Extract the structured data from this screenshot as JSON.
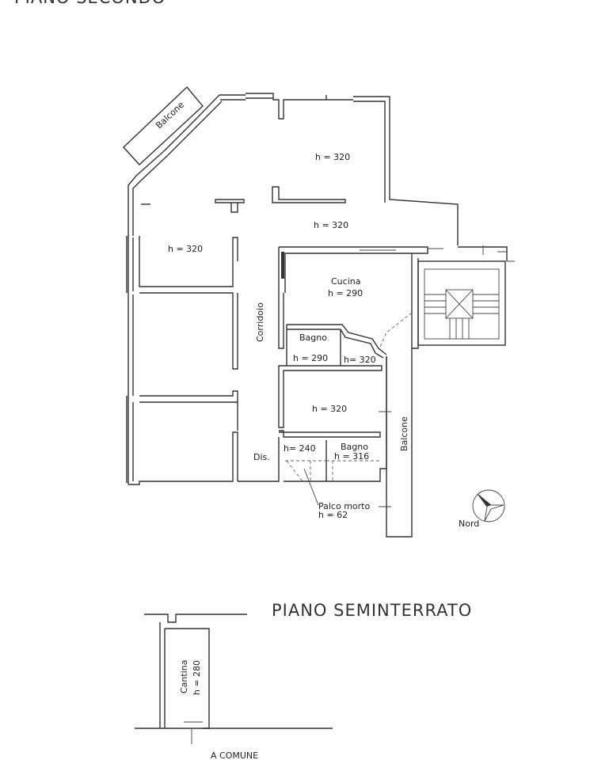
{
  "titles": {
    "top_floor": "PIANO SECONDO",
    "basement": "PIANO SEMINTERRATO"
  },
  "rooms": {
    "room_ne_height": "h = 320",
    "living_height": "h = 320",
    "room_w_height": "h = 320",
    "kitchen_name": "Cucina",
    "kitchen_height": "h = 290",
    "corridor": "Corridoio",
    "bath1_name": "Bagno",
    "bath1_height": "h = 290",
    "bath1_annex_height": "h= 320",
    "room_mid_height": "h = 320",
    "small_room_height": "h= 240",
    "bath2_name": "Bagno",
    "bath2_height": "h = 316",
    "closet": "Dis.",
    "loft_name": "Palco morto",
    "loft_height": "h = 62",
    "balcony_nw": "Balcone",
    "balcony_e": "Balcone"
  },
  "compass": {
    "label": "Nord"
  },
  "basement": {
    "cellar_name": "Cantina",
    "cellar_height": "h = 280",
    "shared_access": "A COMUNE"
  },
  "icons": {
    "compass": "north-arrow-icon",
    "stairs": "staircase-icon"
  }
}
